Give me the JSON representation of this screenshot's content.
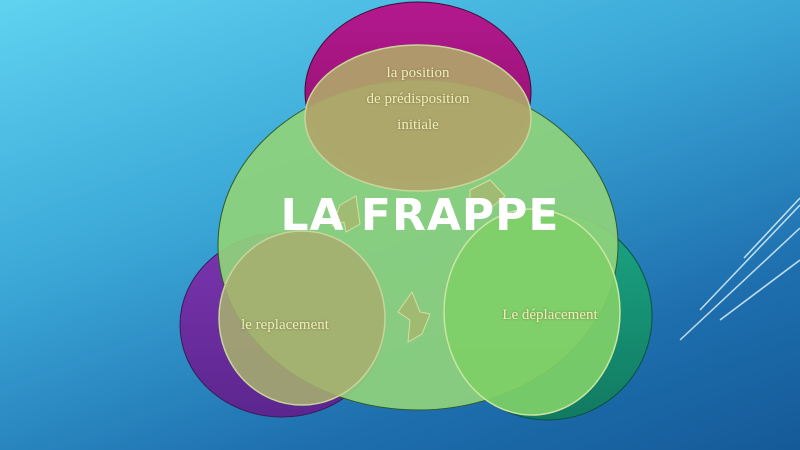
{
  "title": "LA FRAPPE",
  "nodes": {
    "top": "la position\nde prédisposition\ninitiale",
    "right": "Le déplacement",
    "left": "le replacement"
  },
  "colors": {
    "top_circle": "#a3147e",
    "right_circle": "#169877",
    "left_circle": "#6c2ea0",
    "center_circle": "#8fd27b",
    "small_circles": "#a8b46e",
    "right_small": "#7fcf68"
  }
}
